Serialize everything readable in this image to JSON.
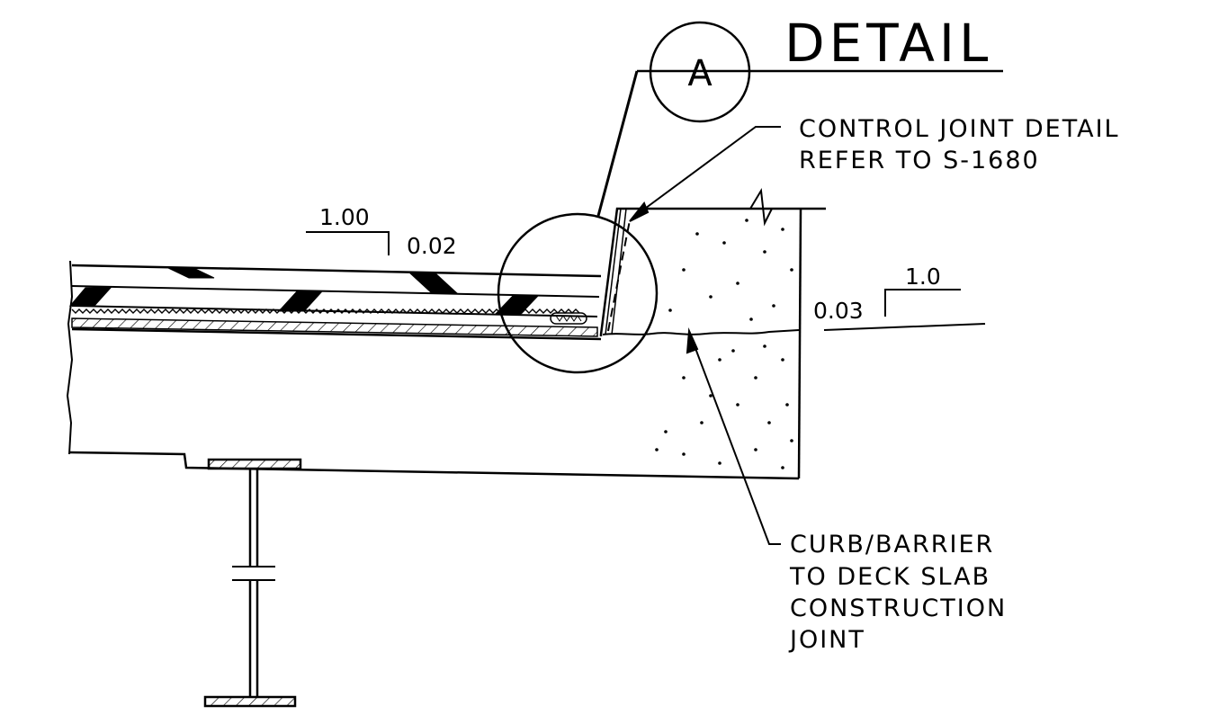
{
  "detail": {
    "bubble_letter": "A",
    "title": "DETAIL"
  },
  "callouts": {
    "control_joint": [
      "CONTROL JOINT DETAIL",
      "REFER TO S-1680"
    ],
    "construction_joint": [
      "CURB/BARRIER",
      "TO DECK SLAB",
      "CONSTRUCTION",
      "JOINT"
    ]
  },
  "slopes": {
    "deck": {
      "run": "1.00",
      "rise": "0.02"
    },
    "barrier": {
      "run": "1.0",
      "rise": "0.03"
    }
  },
  "colors": {
    "ink": "#000000",
    "paper": "#ffffff"
  }
}
